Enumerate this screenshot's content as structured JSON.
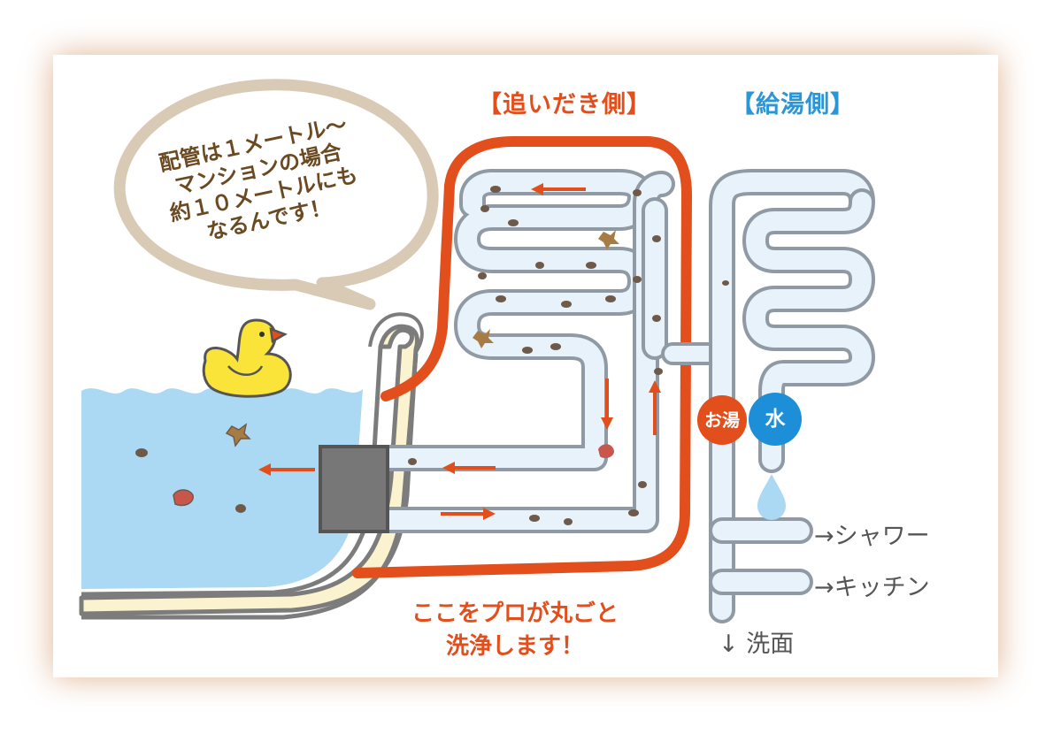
{
  "titles": {
    "reheat_side": "【追いだき側】",
    "supply_side": "【給湯側】"
  },
  "speech_bubble": {
    "lines": [
      "配管は１メートル〜",
      "マンションの場合",
      "約１０メートルにも",
      "なるんです！"
    ]
  },
  "badges": {
    "hot": "お湯",
    "cold": "水"
  },
  "outlets": {
    "shower": "→シャワー",
    "kitchen": "→キッチン",
    "washbasin": "↓ 洗面"
  },
  "caption": {
    "line1": "ここをプロが丸ごと",
    "line2": "洗浄します！"
  },
  "colors": {
    "outline": "#e24e1c",
    "pipe_fill": "#e8f2fa",
    "pipe_stroke": "#8f9aa4",
    "water": "#abd8f2",
    "tub_rim": "#fbf3cf",
    "tub_outline": "#7c7c7c",
    "bubble": "#d9cab6",
    "hot_badge": "#e24e1c",
    "cold_badge": "#1c8fd8",
    "duck": "#fbe43a"
  },
  "icons": [
    "rubber-duck-icon",
    "water-drop-icon",
    "dirt-particle-icon",
    "germ-icon"
  ]
}
